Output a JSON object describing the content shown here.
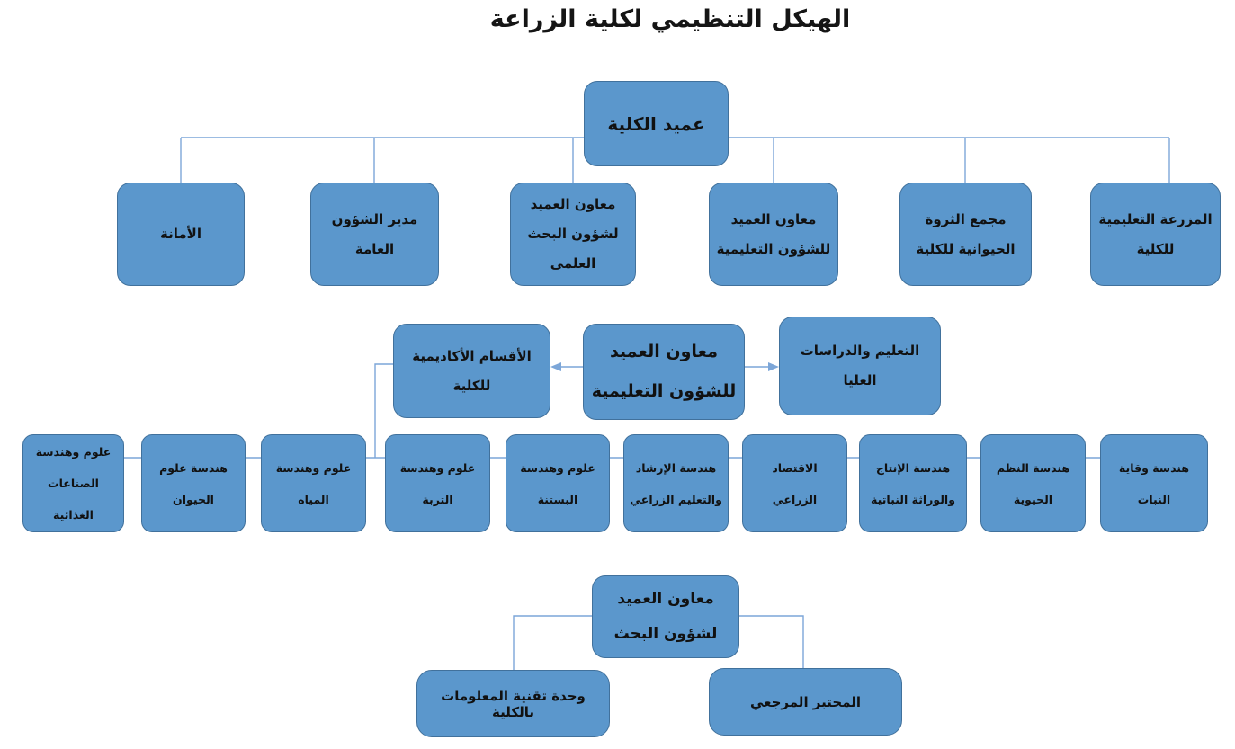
{
  "title": "الهيكل التنظيمي لكلية الزراعة",
  "colors": {
    "box_fill": "#5B97CC",
    "box_border": "#41719C",
    "connector": "#7CA6D8",
    "text": "#111111",
    "background": "#FFFFFF"
  },
  "chart": {
    "dean": {
      "label": "عميد الكلية"
    },
    "row2": [
      {
        "label": "الأمانة"
      },
      {
        "label": "مدير الشؤون العامة"
      },
      {
        "label": "معاون العميد لشؤون البحث العلمى"
      },
      {
        "label": "معاون العميد للشؤون التعليمية"
      },
      {
        "label": "مجمع الثروة الحيوانية للكلية"
      },
      {
        "label": "المزرعة التعليمية للكلية"
      }
    ],
    "middle": {
      "left": {
        "label": "الأقسام الأكاديمية للكلية"
      },
      "center": {
        "label": "معاون العميد للشؤون التعليمية"
      },
      "right": {
        "label": "التعليم والدراسات العليا"
      }
    },
    "departments": [
      {
        "label": "علوم وهندسة الصناعات الغذائية"
      },
      {
        "label": "هندسة علوم الحيوان"
      },
      {
        "label": "علوم وهندسة المياه"
      },
      {
        "label": "علوم وهندسة التربة"
      },
      {
        "label": "علوم وهندسة البستنة"
      },
      {
        "label": "هندسة الإرشاد والتعليم الزراعي"
      },
      {
        "label": "الاقتصاد الزراعي"
      },
      {
        "label": "هندسة الإنتاج والوراثة النباتية"
      },
      {
        "label": "هندسة النظم الحيوية"
      },
      {
        "label": "هندسة وقاية النبات"
      }
    ],
    "research": {
      "parent": {
        "label": "معاون العميد لشؤون البحث"
      },
      "children": [
        {
          "label": "وحدة تقنية المعلومات بالكلية"
        },
        {
          "label": "المختبر المرجعي"
        }
      ]
    }
  }
}
